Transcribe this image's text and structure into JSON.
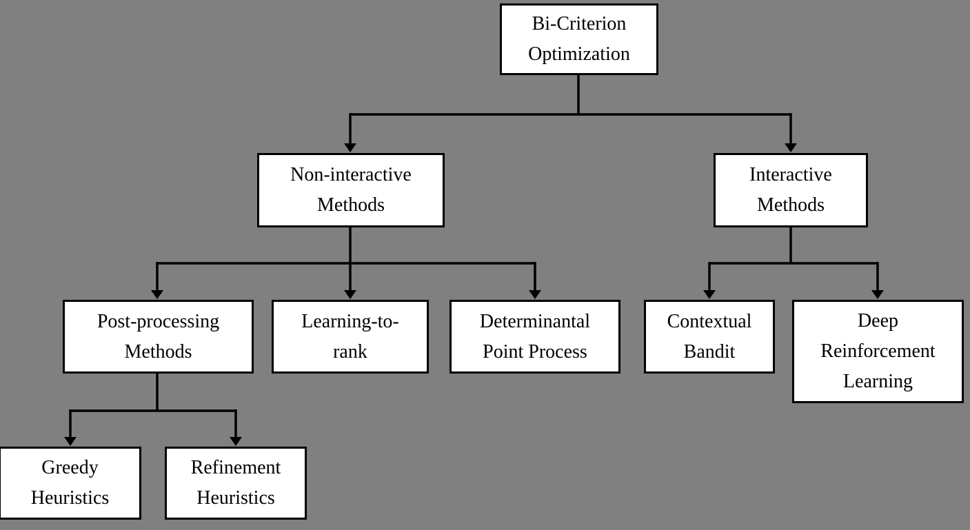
{
  "colors": {
    "background": "#808080",
    "node_fill": "#ffffff",
    "node_border": "#000000",
    "connector": "#000000",
    "text": "#000000"
  },
  "diagram": {
    "type": "tree",
    "orientation": "top-down",
    "nodes": {
      "root": {
        "label": "Bi-Criterion Optimization"
      },
      "non_interactive": {
        "label": "Non-interactive Methods"
      },
      "interactive": {
        "label": "Interactive Methods"
      },
      "post_processing": {
        "label": "Post-processing Methods"
      },
      "learning_to_rank": {
        "label": "Learning-to-rank"
      },
      "dpp": {
        "label": "Determinantal Point Process"
      },
      "contextual_bandit": {
        "label": "Contextual Bandit"
      },
      "deep_rl": {
        "label": "Deep Reinforcement Learning"
      },
      "greedy": {
        "label": "Greedy Heuristics"
      },
      "refinement": {
        "label": "Refinement Heuristics"
      }
    },
    "edges": [
      {
        "from": "root",
        "to": "non_interactive"
      },
      {
        "from": "root",
        "to": "interactive"
      },
      {
        "from": "non_interactive",
        "to": "post_processing"
      },
      {
        "from": "non_interactive",
        "to": "learning_to_rank"
      },
      {
        "from": "non_interactive",
        "to": "dpp"
      },
      {
        "from": "interactive",
        "to": "contextual_bandit"
      },
      {
        "from": "interactive",
        "to": "deep_rl"
      },
      {
        "from": "post_processing",
        "to": "greedy"
      },
      {
        "from": "post_processing",
        "to": "refinement"
      }
    ]
  }
}
